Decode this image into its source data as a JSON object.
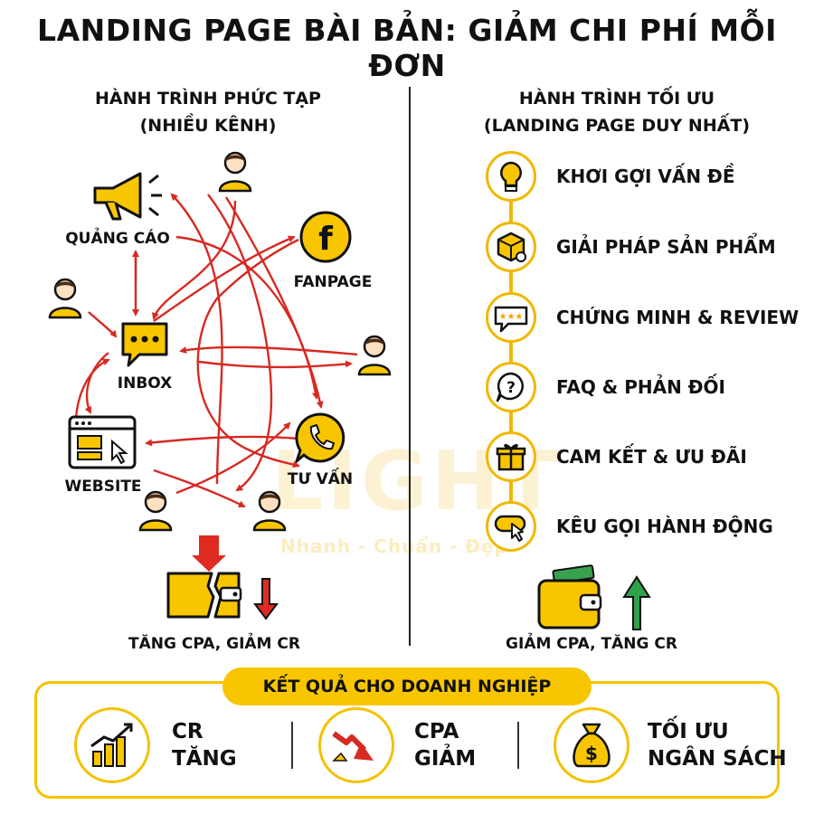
{
  "title": "LANDING PAGE BÀI BẢN: GIẢM CHI PHÍ MỖI ĐƠN",
  "left": {
    "heading_line1": "HÀNH TRÌNH PHỨC TẠP",
    "heading_line2": "(NHIỀU KÊNH)",
    "nodes": {
      "ads": "QUẢNG CÁO",
      "fanpage": "FANPAGE",
      "inbox": "INBOX",
      "website": "WEBSITE",
      "consult": "TƯ VẤN"
    },
    "result": "TĂNG CPA, GIẢM CR"
  },
  "right": {
    "heading_line1": "HÀNH TRÌNH TỐI ƯU",
    "heading_line2": "(LANDING PAGE DUY NHẤT)",
    "steps": [
      {
        "label": "KHƠI GỢI VẤN ĐỀ",
        "icon": "lightbulb-icon"
      },
      {
        "label": "GIẢI PHÁP SẢN PHẨM",
        "icon": "product-box-icon"
      },
      {
        "label": "CHỨNG MINH & REVIEW",
        "icon": "review-stars-icon"
      },
      {
        "label": "FAQ & PHẢN ĐỐI",
        "icon": "question-bubble-icon"
      },
      {
        "label": "CAM KẾT & ƯU ĐÃI",
        "icon": "gift-icon"
      },
      {
        "label": "KÊU GỌI HÀNH ĐỘNG",
        "icon": "click-button-icon"
      }
    ],
    "result": "GIẢM CPA, TĂNG CR"
  },
  "bottom": {
    "heading": "KẾT QUẢ CHO DOANH NGHIỆP",
    "items": [
      {
        "line1": "CR",
        "line2": "TĂNG"
      },
      {
        "line1": "CPA",
        "line2": "GIẢM"
      },
      {
        "line1": "TỐI ƯU",
        "line2": "NGÂN SÁCH"
      }
    ]
  },
  "watermark": {
    "brand": "LIGHT",
    "tagline": "Nhanh - Chuẩn - Đẹp"
  },
  "colors": {
    "accent": "#f8c600",
    "arrow_red": "#d62a22",
    "arrow_green": "#2fa24a",
    "text": "#111111"
  }
}
